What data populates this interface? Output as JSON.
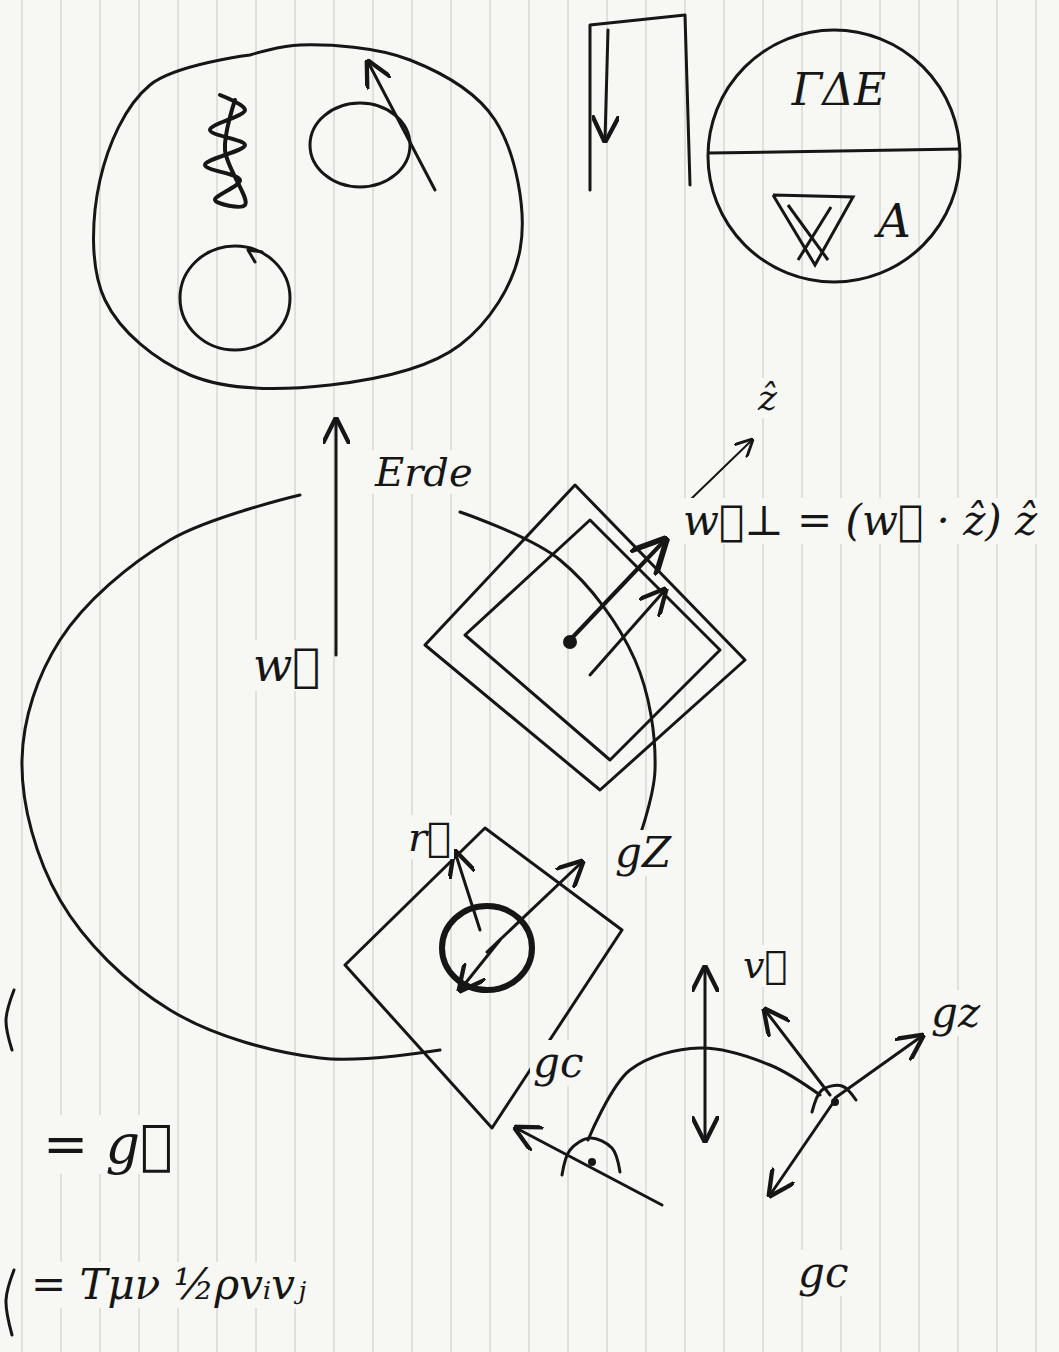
{
  "diagram": {
    "nodes": [
      {
        "text": [
          "ΓΔE",
          "A"
        ]
      }
    ],
    "labels": [
      "Erde",
      "ẑ",
      "w⃗⊥ = (w⃗ · ẑ) ẑ",
      "w⃗",
      "r⃗",
      "gZ",
      "gc",
      "v⃗",
      "gz",
      "gc",
      "= g⃗",
      "= Tμν  ½ρvᵢvⱼ"
    ]
  }
}
